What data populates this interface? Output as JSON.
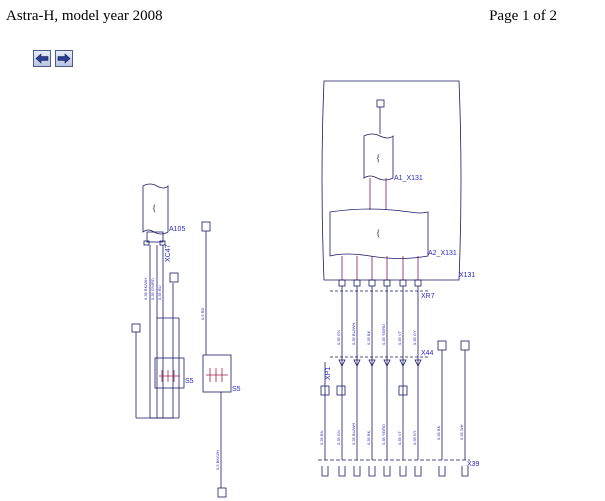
{
  "header": {
    "title": "Astra-H, model year 2008",
    "page_indicator": "Page 1 of 2"
  },
  "navigation": {
    "prev_icon": "arrow-left-icon",
    "next_icon": "arrow-right-icon"
  },
  "colors": {
    "wire": "#1a1a66",
    "component_outline": "#1a1a66",
    "internal_wire": "#7a1a6a",
    "relay_contacts": "#a0204a",
    "label": "#2a2ac0",
    "button_border": "#4d5d86"
  },
  "diagram": {
    "components": {
      "a105": "A105",
      "xc47": "XC47",
      "s5_left": "S5",
      "s5_right": "S5",
      "a1_x131": "A1_X131",
      "a2_x131": "A2_X131",
      "x131": "X131",
      "xr7": "XR7",
      "x44": "X44",
      "xp1": "XP1",
      "x39": "X39"
    }
  }
}
